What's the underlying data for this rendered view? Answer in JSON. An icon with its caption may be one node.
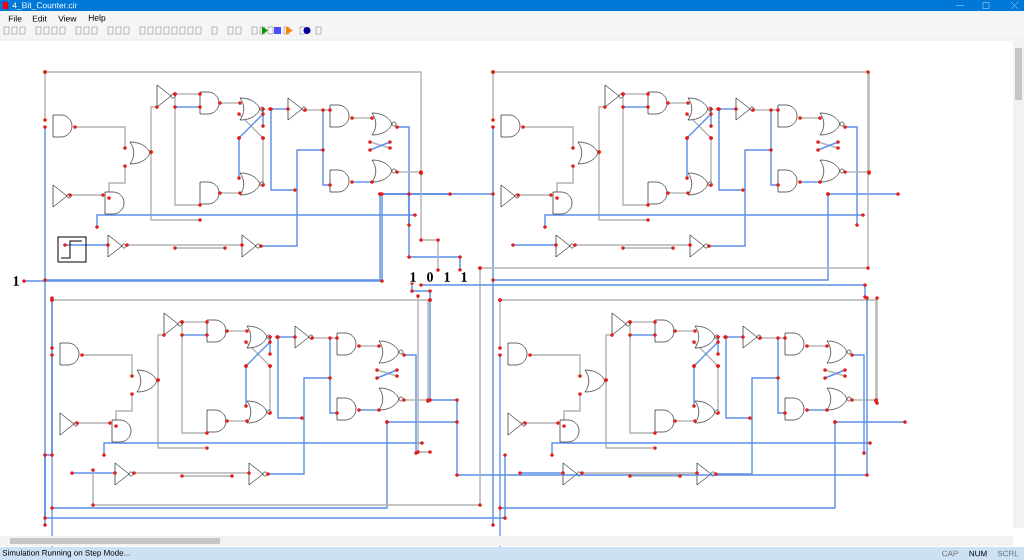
{
  "diagram": {
    "title": "4_Bit_Counter.cir",
    "labels": [
      "File",
      "Edit",
      "View",
      "Help",
      "1",
      "1",
      "0",
      "1",
      "1",
      "Simulation Running on Step Mode...",
      "CAP",
      "NUM",
      "SCRL"
    ]
  }
}
